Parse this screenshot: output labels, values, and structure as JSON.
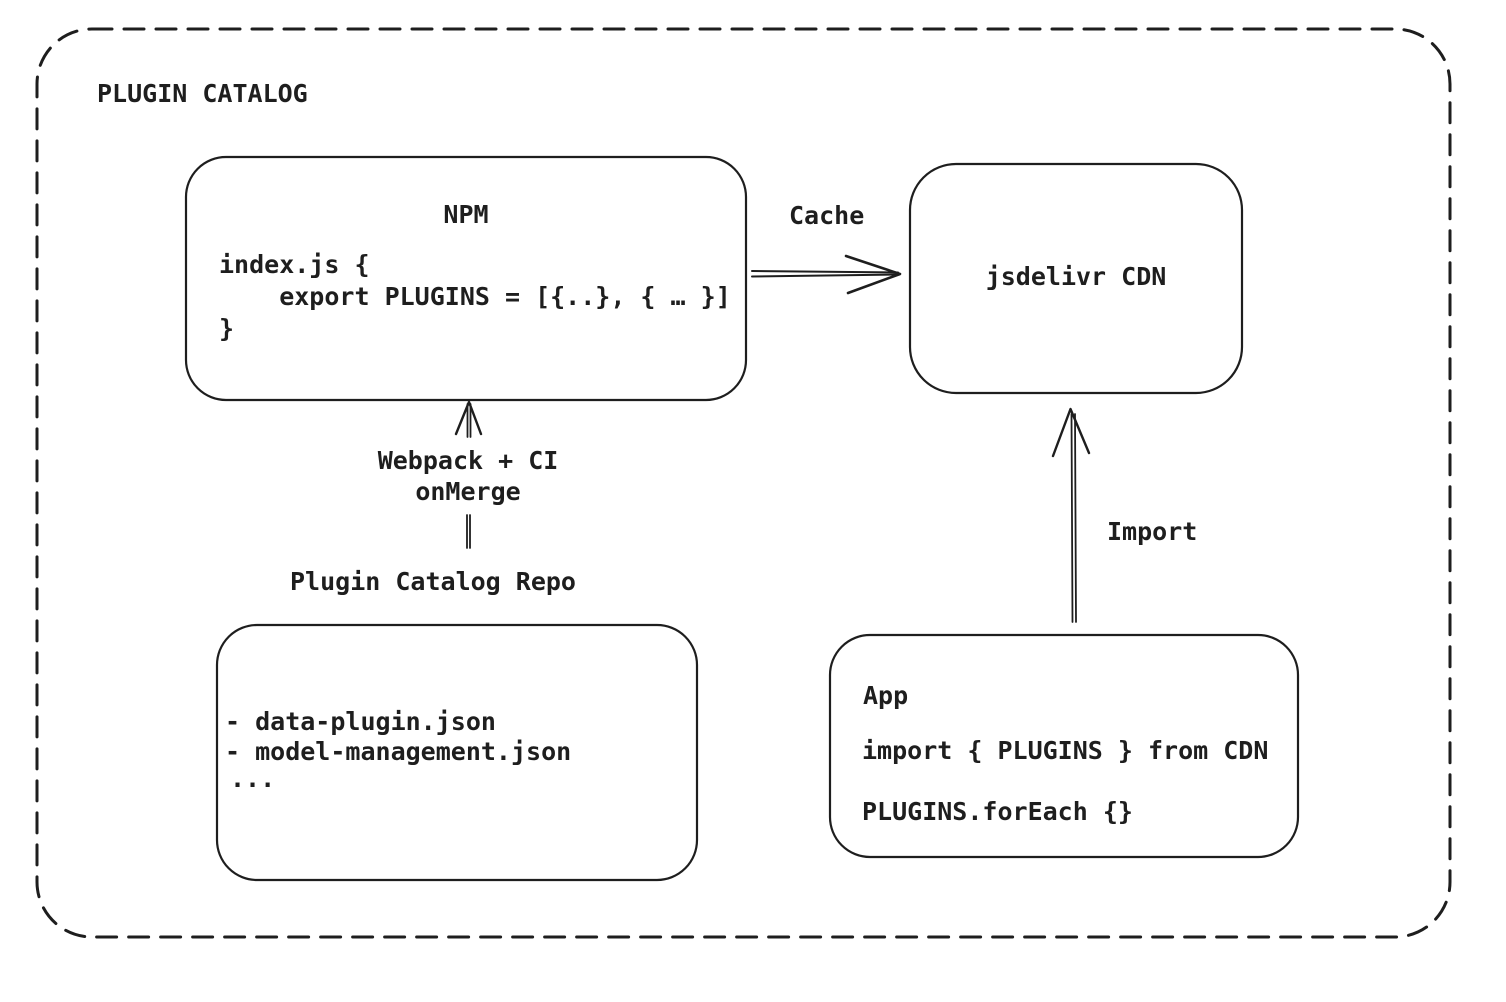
{
  "diagram": {
    "title": "PLUGIN CATALOG",
    "colors": {
      "stroke": "#1e1e1e",
      "background": "#ffffff"
    },
    "nodes": {
      "npm": {
        "title": "NPM",
        "code": [
          "index.js {",
          "    export PLUGINS = [{..}, { … }]",
          "}"
        ]
      },
      "cdn": {
        "label": "jsdelivr CDN"
      },
      "repo": {
        "heading": "Plugin Catalog Repo",
        "files": [
          "- data-plugin.json",
          "- model-management.json",
          "..."
        ]
      },
      "app": {
        "title": "App",
        "code": [
          "import { PLUGINS } from CDN",
          "PLUGINS.forEach {}"
        ]
      }
    },
    "edges": {
      "cache": {
        "label": "Cache",
        "from": "NPM",
        "to": "jsdelivr CDN"
      },
      "build": {
        "label": "Webpack + CI",
        "sublabel": "onMerge",
        "from": "Plugin Catalog Repo",
        "to": "NPM"
      },
      "import": {
        "label": "Import",
        "from": "App",
        "to": "jsdelivr CDN"
      }
    }
  }
}
